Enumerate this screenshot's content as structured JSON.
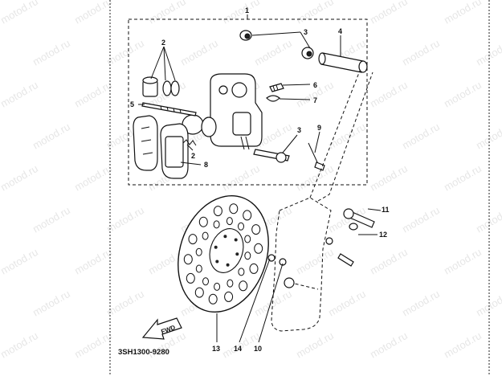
{
  "diagram": {
    "code": "3SH1300-9280",
    "watermark": "motod.ru",
    "forward_label": "FWD",
    "callouts": {
      "c1": "1",
      "c2a": "2",
      "c2b": "2",
      "c3a": "3",
      "c3b": "3",
      "c4": "4",
      "c5": "5",
      "c6": "6",
      "c7": "7",
      "c8": "8",
      "c9": "9",
      "c10": "10",
      "c11": "11",
      "c12": "12",
      "c13": "13",
      "c14": "14"
    }
  }
}
